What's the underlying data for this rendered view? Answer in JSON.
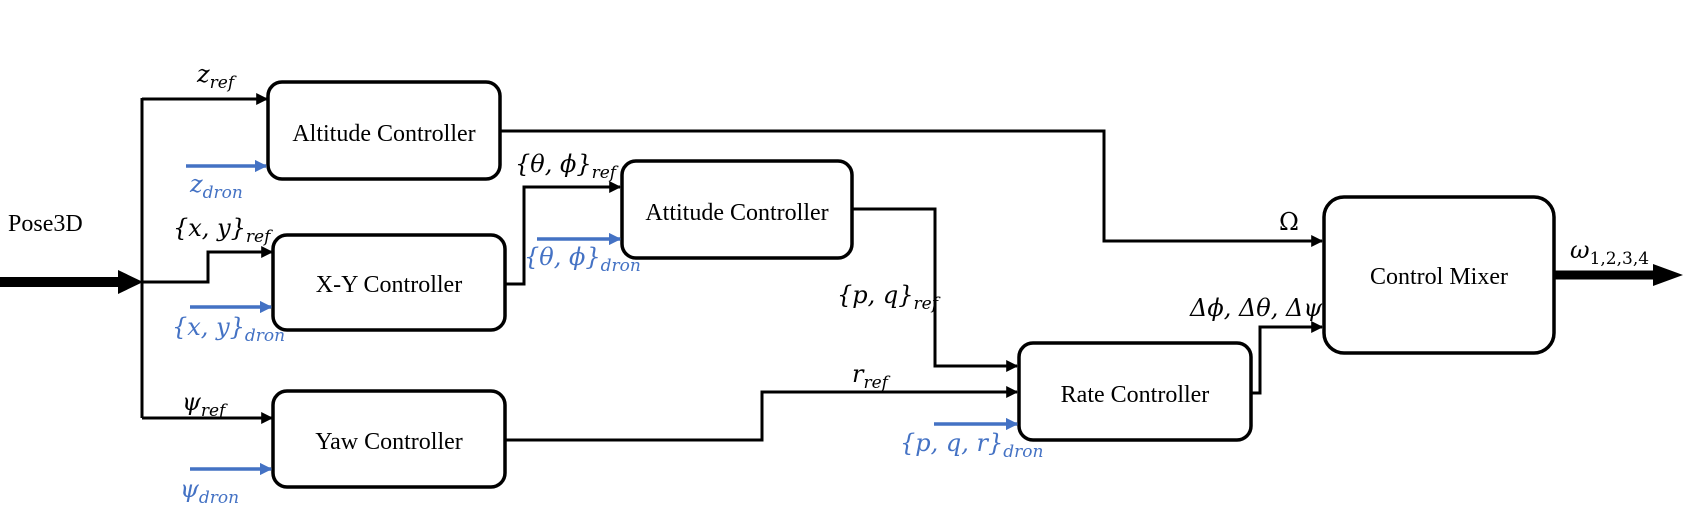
{
  "diagram": {
    "input": {
      "label": "Pose3D"
    },
    "blocks": {
      "altitude": "Altitude Controller",
      "xy": "X-Y Controller",
      "yaw": "Yaw Controller",
      "attitude": "Attitude Controller",
      "rate": "Rate Controller",
      "mixer": "Control Mixer"
    },
    "signals": {
      "z_ref": {
        "base": "z",
        "sub": "ref"
      },
      "xy_ref": {
        "base": "{x, y}",
        "sub": "ref"
      },
      "psi_ref": {
        "base": "ψ",
        "sub": "ref"
      },
      "theta_phi_ref": {
        "base": "{θ, ϕ}",
        "sub": "ref"
      },
      "pq_ref": {
        "base": "{p, q}",
        "sub": "ref"
      },
      "r_ref": {
        "base": "r",
        "sub": "ref"
      },
      "omega_cap": {
        "text": "Ω"
      },
      "deltas": {
        "text": "Δϕ, Δθ, Δψ"
      },
      "omega_out": {
        "base": "ω",
        "sub": "1,2,3,4"
      }
    },
    "feedback": {
      "z_dron": {
        "base": "z",
        "sub": "dron"
      },
      "xy_dron": {
        "base": "{x, y}",
        "sub": "dron"
      },
      "psi_dron": {
        "base": "ψ",
        "sub": "dron"
      },
      "theta_phi_dron": {
        "base": "{θ, ϕ}",
        "sub": "dron"
      },
      "pqr_dron": {
        "base": "{p, q, r}",
        "sub": "dron"
      }
    },
    "colors": {
      "line": "#000000",
      "feedback": "#4472c4",
      "background": "#ffffff"
    }
  }
}
